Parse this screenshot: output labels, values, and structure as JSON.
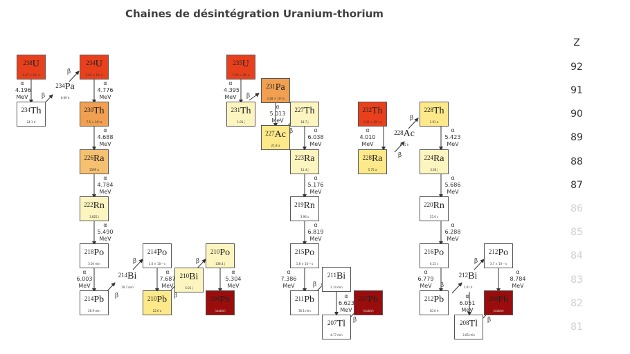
{
  "title": "Chaines de désintégration Uranium-thorium",
  "z_header": "Z",
  "z_values": [
    "92",
    "91",
    "90",
    "89",
    "88",
    "87",
    "86",
    "85",
    "84",
    "83",
    "82",
    "81"
  ],
  "colors": {
    "u238": "#e8401c",
    "orange": "#f0a050",
    "light_orange": "#f5c070",
    "light_yellow": "#fdf5c0",
    "white": "#ffffff",
    "dark_red": "#9b0d0d",
    "z_active": "#333333",
    "z_faded": "#d0d0d0"
  },
  "nuclides": [
    {
      "id": "u238",
      "mass": "238",
      "el": "U",
      "hl": "4.47 × 10⁹ a"
    },
    {
      "id": "th234a",
      "mass": "234",
      "el": "Th",
      "hl": "24.1 d"
    },
    {
      "id": "pa234",
      "mass": "234",
      "el": "Pa",
      "hl": "6.69 h"
    },
    {
      "id": "u234",
      "mass": "234",
      "el": "U",
      "hl": "2.45 × 10⁵ a"
    },
    {
      "id": "th230",
      "mass": "230",
      "el": "Th",
      "hl": "7.5 × 10⁴ a"
    },
    {
      "id": "ra226",
      "mass": "226",
      "el": "Ra",
      "hl": "1599 a"
    },
    {
      "id": "rn222",
      "mass": "222",
      "el": "Rn",
      "hl": "3.825 j"
    },
    {
      "id": "po218",
      "mass": "218",
      "el": "Po",
      "hl": "3.04 min"
    },
    {
      "id": "pb214",
      "mass": "214",
      "el": "Pb",
      "hl": "26.9 min"
    },
    {
      "id": "bi214",
      "mass": "214",
      "el": "Bi",
      "hl": "19.7 min"
    },
    {
      "id": "po214",
      "mass": "214",
      "el": "Po",
      "hl": "1.6 × 10⁻⁴ s"
    },
    {
      "id": "pb210",
      "mass": "210",
      "el": "Pb",
      "hl": "22.6 a"
    },
    {
      "id": "bi210",
      "mass": "210",
      "el": "Bi",
      "hl": "5.01 j"
    },
    {
      "id": "po210",
      "mass": "210",
      "el": "Po",
      "hl": "138.4 j"
    },
    {
      "id": "pb206",
      "mass": "206",
      "el": "Pb",
      "hl": "(stable)"
    },
    {
      "id": "u235",
      "mass": "235",
      "el": "U",
      "hl": "7.04 × 10⁸ a"
    },
    {
      "id": "pa231",
      "mass": "231",
      "el": "Pa",
      "hl": "3.28 × 10⁴ a"
    },
    {
      "id": "th231",
      "mass": "231",
      "el": "Th",
      "hl": "1.06 j"
    },
    {
      "id": "th227",
      "mass": "227",
      "el": "Th",
      "hl": "18.7 j"
    },
    {
      "id": "ac227",
      "mass": "227",
      "el": "Ac",
      "hl": "21.8 a"
    },
    {
      "id": "ra223",
      "mass": "223",
      "el": "Ra",
      "hl": "11.4 j"
    },
    {
      "id": "rn219",
      "mass": "219",
      "el": "Rn",
      "hl": "3.96 s"
    },
    {
      "id": "po215",
      "mass": "215",
      "el": "Po",
      "hl": "1.8 × 10⁻³ s"
    },
    {
      "id": "pb211",
      "mass": "211",
      "el": "Pb",
      "hl": "36.1 min"
    },
    {
      "id": "bi211",
      "mass": "211",
      "el": "Bi",
      "hl": "2.14 min"
    },
    {
      "id": "pb207",
      "mass": "207",
      "el": "Pb",
      "hl": "(stable)"
    },
    {
      "id": "tl207",
      "mass": "207",
      "el": "Tl",
      "hl": "4.77 min"
    },
    {
      "id": "th232",
      "mass": "232",
      "el": "Th",
      "hl": "1.41 × 10¹⁰ a"
    },
    {
      "id": "ra228",
      "mass": "228",
      "el": "Ra",
      "hl": "5.75 a"
    },
    {
      "id": "ac228",
      "mass": "228",
      "el": "Ac",
      "hl": "6.15 h"
    },
    {
      "id": "th228",
      "mass": "228",
      "el": "Th",
      "hl": "1.91 a"
    },
    {
      "id": "ra224",
      "mass": "224",
      "el": "Ra",
      "hl": "3.66 j"
    },
    {
      "id": "rn220",
      "mass": "220",
      "el": "Rn",
      "hl": "55.6 s"
    },
    {
      "id": "po216",
      "mass": "216",
      "el": "Po",
      "hl": "0.15 s"
    },
    {
      "id": "pb212",
      "mass": "212",
      "el": "Pb",
      "hl": "10.6 h"
    },
    {
      "id": "bi212",
      "mass": "212",
      "el": "Bi",
      "hl": "1.01 h"
    },
    {
      "id": "po212",
      "mass": "212",
      "el": "Po",
      "hl": "3.7 × 10⁻⁷ s"
    },
    {
      "id": "pb208",
      "mass": "208",
      "el": "Pb",
      "hl": "(stable)"
    },
    {
      "id": "tl208",
      "mass": "208",
      "el": "Tl",
      "hl": "3.05 min"
    }
  ],
  "alpha": {
    "symbol": "α",
    "unit": "MeV",
    "u238": "4.196",
    "u234": "4.776",
    "th230": "4.688",
    "ra226": "4.784",
    "rn222": "5.490",
    "po218": "6.003",
    "po214": "7.687",
    "po210": "5.304",
    "u235": "4.395",
    "pa231": "5.013",
    "th227": "6.038",
    "ra223": "5.176",
    "rn219": "6.819",
    "po215": "7.386",
    "bi211": "6.623",
    "th232": "4.010",
    "th228": "5.423",
    "ra224": "5.686",
    "rn220": "6.288",
    "po216": "6.779",
    "bi212": "6.051",
    "po212": "8.784"
  },
  "beta_symbol": "β"
}
